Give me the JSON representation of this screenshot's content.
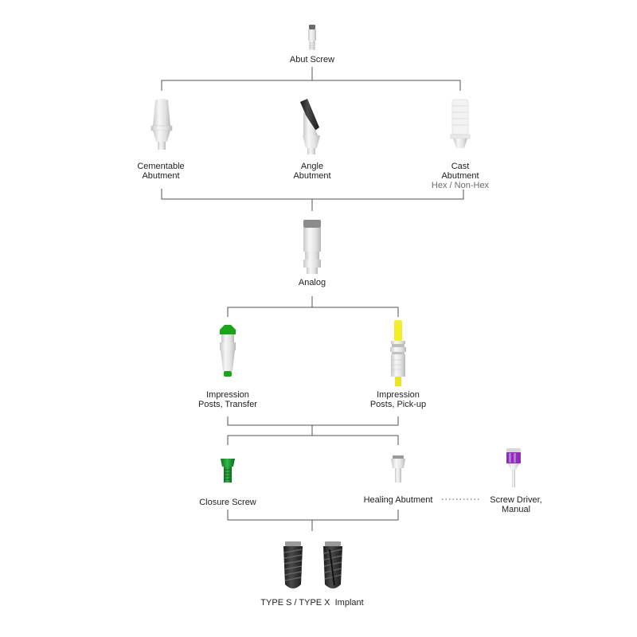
{
  "components": {
    "abut_screw": "Abut Screw",
    "cementable_abutment": [
      "Cementable",
      "Abutment"
    ],
    "angle_abutment": [
      "Angle",
      "Abutment"
    ],
    "cast_abutment": [
      "Cast",
      "Abutment"
    ],
    "cast_abutment_note": "Hex / Non-Hex",
    "analog": "Analog",
    "impression_transfer": [
      "Impression",
      "Posts, Transfer"
    ],
    "impression_pickup": [
      "Impression",
      "Posts, Pick-up"
    ],
    "closure_screw": "Closure Screw",
    "healing_abutment": "Healing Abutment",
    "screw_driver": [
      "Screw Driver,",
      "Manual"
    ],
    "implant": "TYPE S / TYPE X  Implant"
  },
  "colors": {
    "connector": "#555555",
    "metal_light": "#e6e6e6",
    "transfer_cap": "#1aa51a",
    "pickup_top": "#f2ef2a",
    "closure_screw": "#1f8f2c",
    "driver_handle": "#8a2fb0",
    "implant_body": "#2b2b2b"
  }
}
